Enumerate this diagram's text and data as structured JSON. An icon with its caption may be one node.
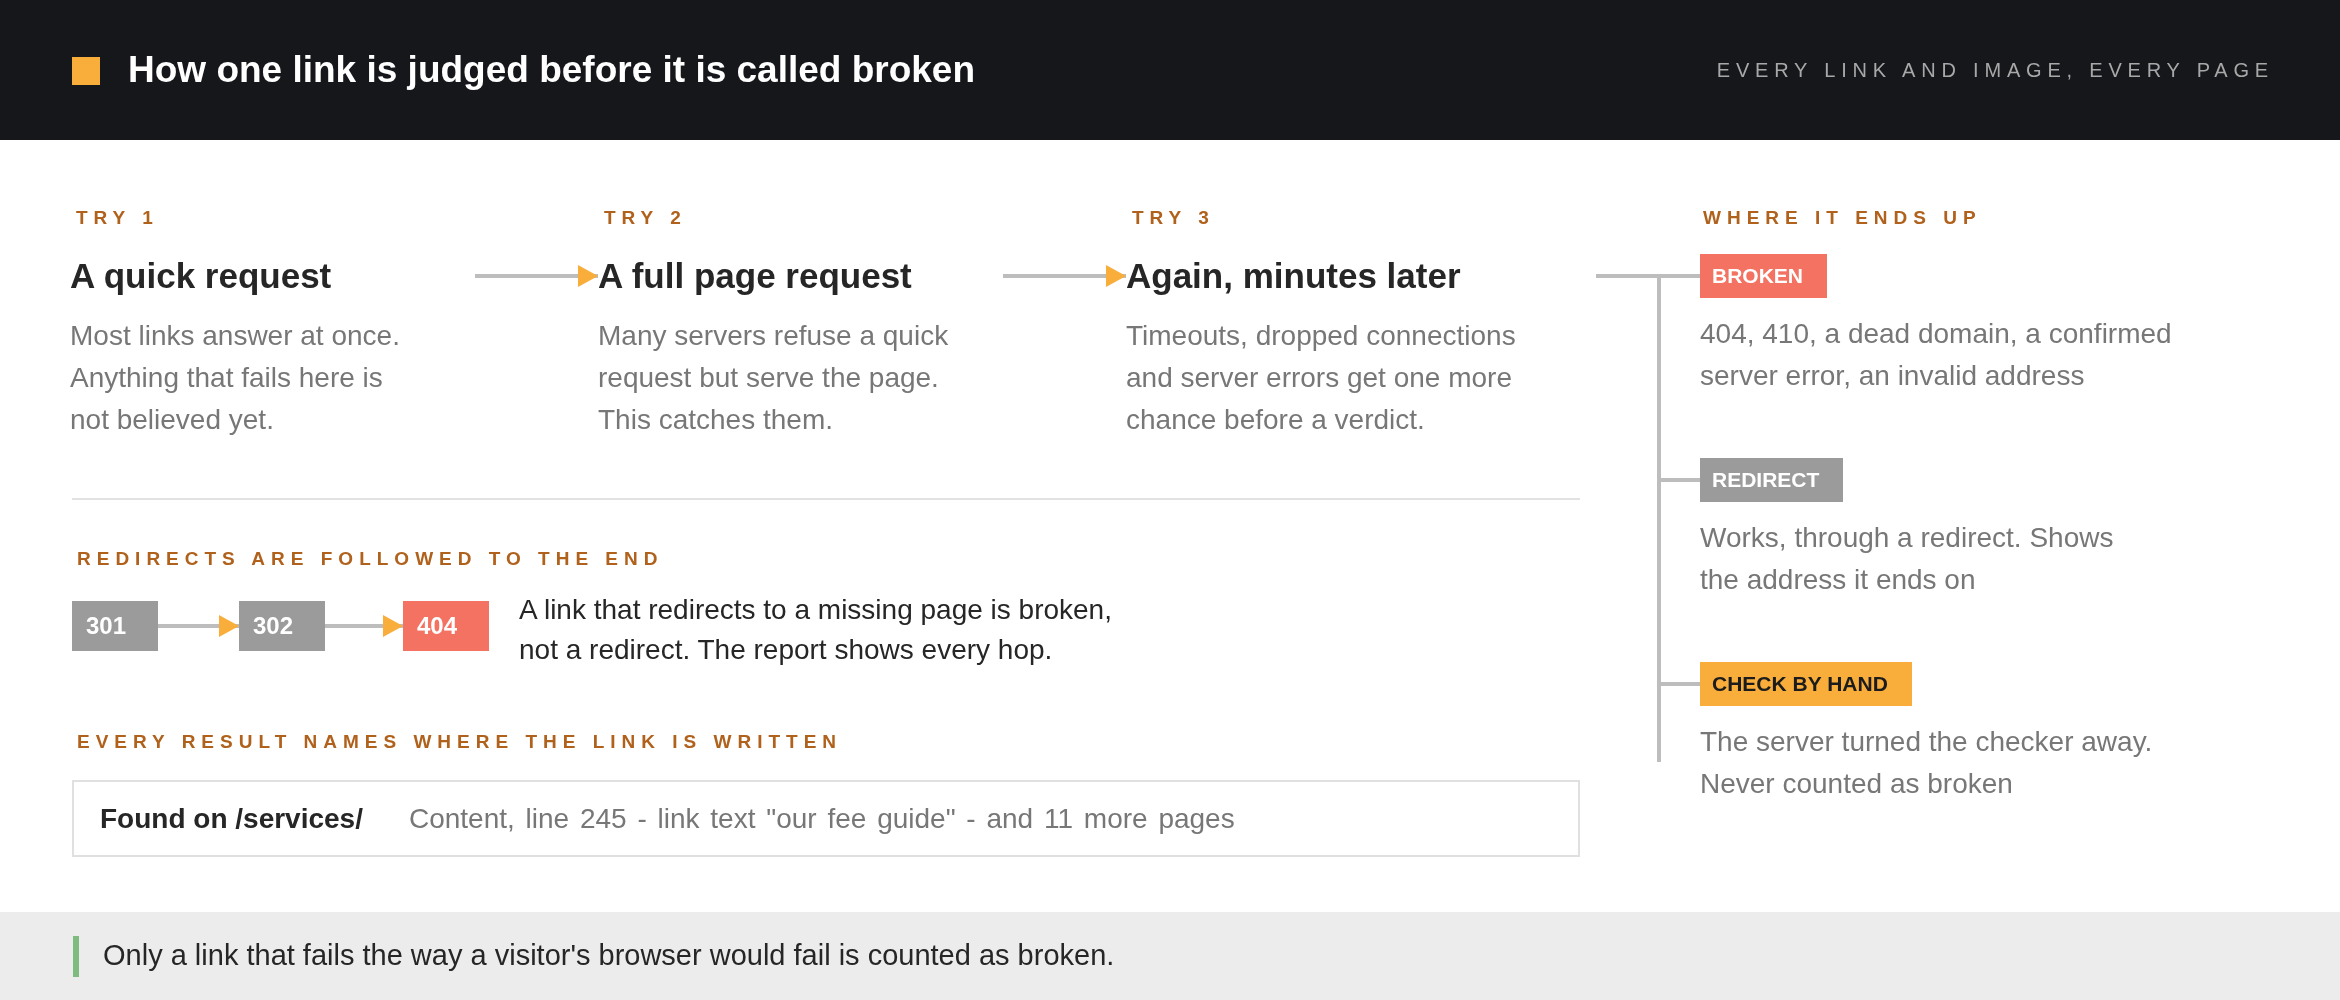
{
  "diagram": {
    "title": "How one link is judged before it is called broken",
    "caption": "Only a link that fails the way a visitor's browser would fail is counted as broken.",
    "nodes": [
      {
        "text": [
          "TRY 1",
          "A quick request",
          "Most links answer at once. Anything that fails here is not believed yet."
        ]
      },
      {
        "text": [
          "TRY 2",
          "A full page request",
          "Many servers refuse a quick request but serve the page. This catches them."
        ]
      },
      {
        "text": [
          "TRY 3",
          "Again, minutes later",
          "Timeouts, dropped connections and server errors get one more chance before a verdict."
        ]
      },
      {
        "text": [
          "BROKEN"
        ],
        "beside": [
          "404, 410, a dead domain, a confirmed server error, an invalid address"
        ]
      },
      {
        "text": [
          "REDIRECT"
        ],
        "beside": [
          "Works, through a redirect. Shows the address it ends on"
        ]
      },
      {
        "text": [
          "CHECK BY HAND"
        ],
        "beside": [
          "The server turned the checker away. Never counted as broken"
        ]
      },
      {
        "text": [
          "301"
        ]
      },
      {
        "text": [
          "302"
        ]
      },
      {
        "text": [
          "404"
        ]
      },
      {
        "text": [
          "Found on /services/",
          "Content, line 245 - link text \"our fee guide\" - and 11 more pages"
        ]
      }
    ],
    "edges": [
      {
        "from": 0,
        "to": 1,
        "arrow": "to"
      },
      {
        "from": 1,
        "to": 2,
        "arrow": "to"
      },
      {
        "from": 2,
        "to": 3,
        "arrow": "none"
      },
      {
        "from": 2,
        "to": 4,
        "arrow": "none"
      },
      {
        "from": 2,
        "to": 5,
        "arrow": "none"
      },
      {
        "from": 6,
        "to": 7,
        "arrow": "to"
      },
      {
        "from": 7,
        "to": 8,
        "arrow": "to"
      }
    ],
    "labels": [
      "EVERY LINK AND IMAGE, EVERY PAGE",
      "WHERE IT ENDS UP",
      "REDIRECTS ARE FOLLOWED TO THE END",
      "A link that redirects to a missing page is broken, not a redirect. The report shows every hop.",
      "EVERY RESULT NAMES WHERE THE LINK IS WRITTEN"
    ]
  }
}
